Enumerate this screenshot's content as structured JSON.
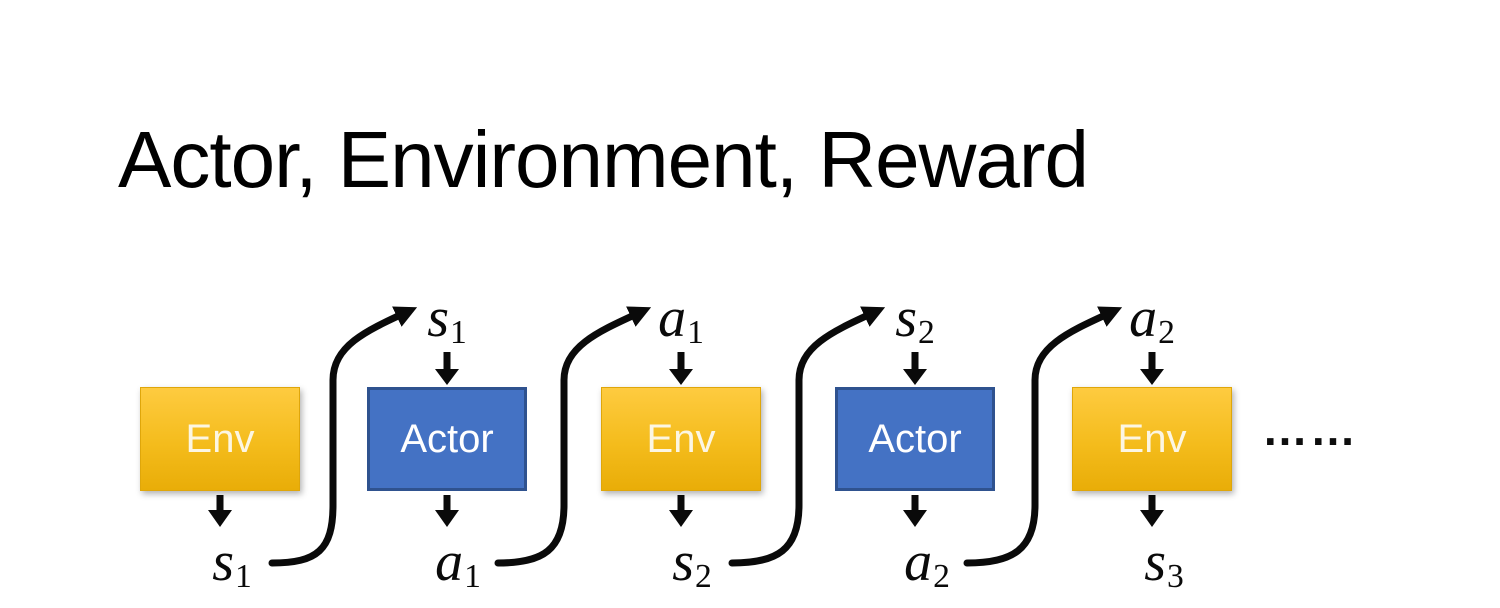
{
  "slide": {
    "title": "Actor, Environment, Reward"
  },
  "diagram": {
    "boxes": [
      {
        "label": "Env",
        "role": "environment"
      },
      {
        "label": "Actor",
        "role": "actor"
      },
      {
        "label": "Env",
        "role": "environment"
      },
      {
        "label": "Actor",
        "role": "actor"
      },
      {
        "label": "Env",
        "role": "environment"
      }
    ],
    "top_labels": [
      {
        "base": "s",
        "sub": "1"
      },
      {
        "base": "a",
        "sub": "1"
      },
      {
        "base": "s",
        "sub": "2"
      },
      {
        "base": "a",
        "sub": "2"
      }
    ],
    "bottom_labels": [
      {
        "base": "s",
        "sub": "1"
      },
      {
        "base": "a",
        "sub": "1"
      },
      {
        "base": "s",
        "sub": "2"
      },
      {
        "base": "a",
        "sub": "2"
      },
      {
        "base": "s",
        "sub": "3"
      }
    ],
    "continuation": "……",
    "colors": {
      "env_fill_top": "#FECB40",
      "env_fill_bottom": "#E9AD08",
      "env_text": "#FCF6E3",
      "actor_fill": "#4472C4",
      "actor_border": "#2F528F",
      "actor_text": "#FFFFFF",
      "arrow": "#0A0A0A",
      "title_text": "#000000",
      "background": "#FFFFFF"
    }
  }
}
